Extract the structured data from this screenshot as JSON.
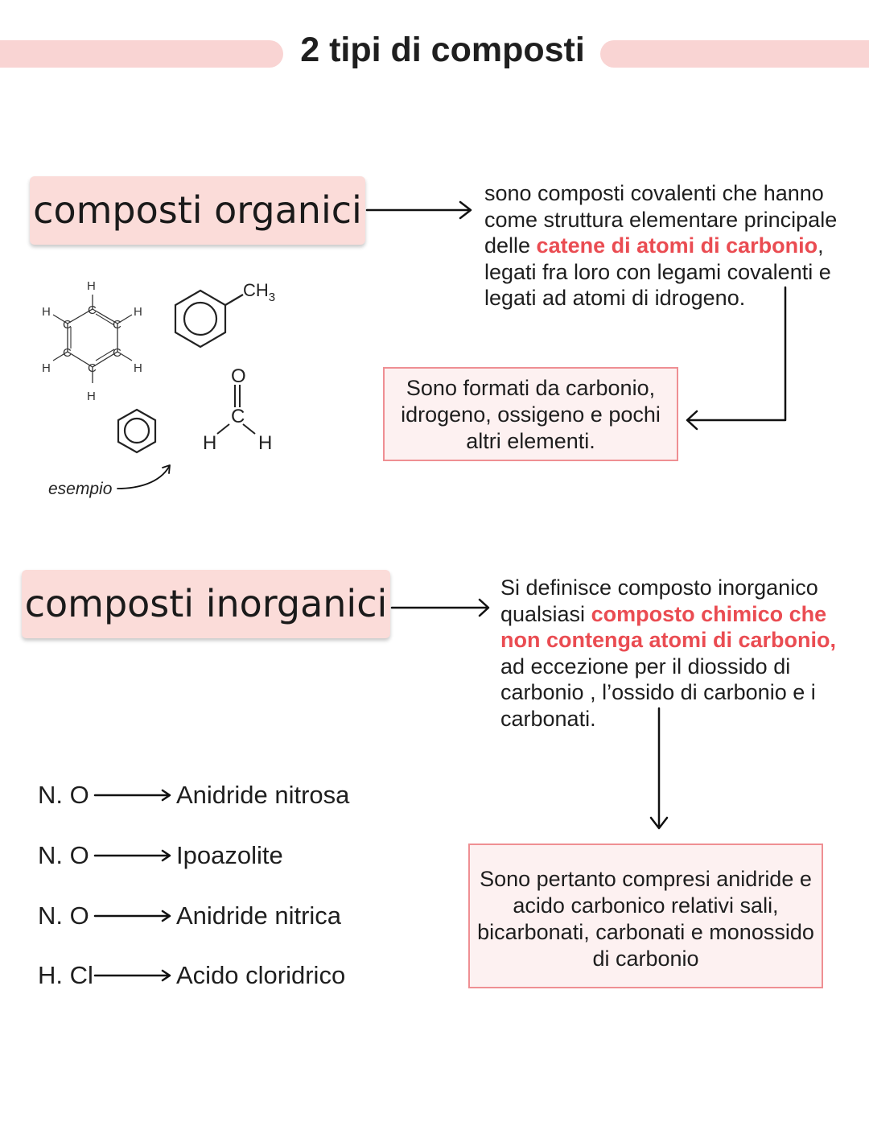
{
  "title": "2 tipi di composti",
  "colors": {
    "accent_pink": "#f9d4d3",
    "highlight_red": "#ea4c52",
    "box_border": "#ef8f93"
  },
  "organic": {
    "heading": "composti organici",
    "definition": {
      "part1": "sono composti covalenti che hanno come struttura elementare principale delle ",
      "highlight": "catene di atomi di carbonio",
      "part2": ", legati fra loro con legami covalenti e legati ad atomi di idrogeno."
    },
    "box": "Sono formati da carbonio, idrogeno, ossigeno e pochi altri elementi.",
    "example_label": "esempio",
    "molecule_labels": {
      "h": "H",
      "c": "C",
      "o": "O",
      "ch3": "CH",
      "ch3_sub": "3"
    }
  },
  "inorganic": {
    "heading": "composti inorganici",
    "definition": {
      "part1": "Si definisce composto inorganico qualsiasi ",
      "highlight": "composto chimico che non contenga atomi di carbonio,",
      "part2": " ad eccezione per il diossido di carbonio , l’ossido di carbonio e i carbonati."
    },
    "box": "Sono pertanto compresi anidride e acido carbonico relativi sali, bicarbonati, carbonati e monossido di carbonio",
    "examples": [
      {
        "formula": "N. O",
        "name": "Anidride nitrosa"
      },
      {
        "formula": "N. O",
        "name": "Ipoazolite"
      },
      {
        "formula": "N. O",
        "name": "Anidride nitrica"
      },
      {
        "formula": "H. Cl",
        "name": "Acido cloridrico"
      }
    ]
  }
}
